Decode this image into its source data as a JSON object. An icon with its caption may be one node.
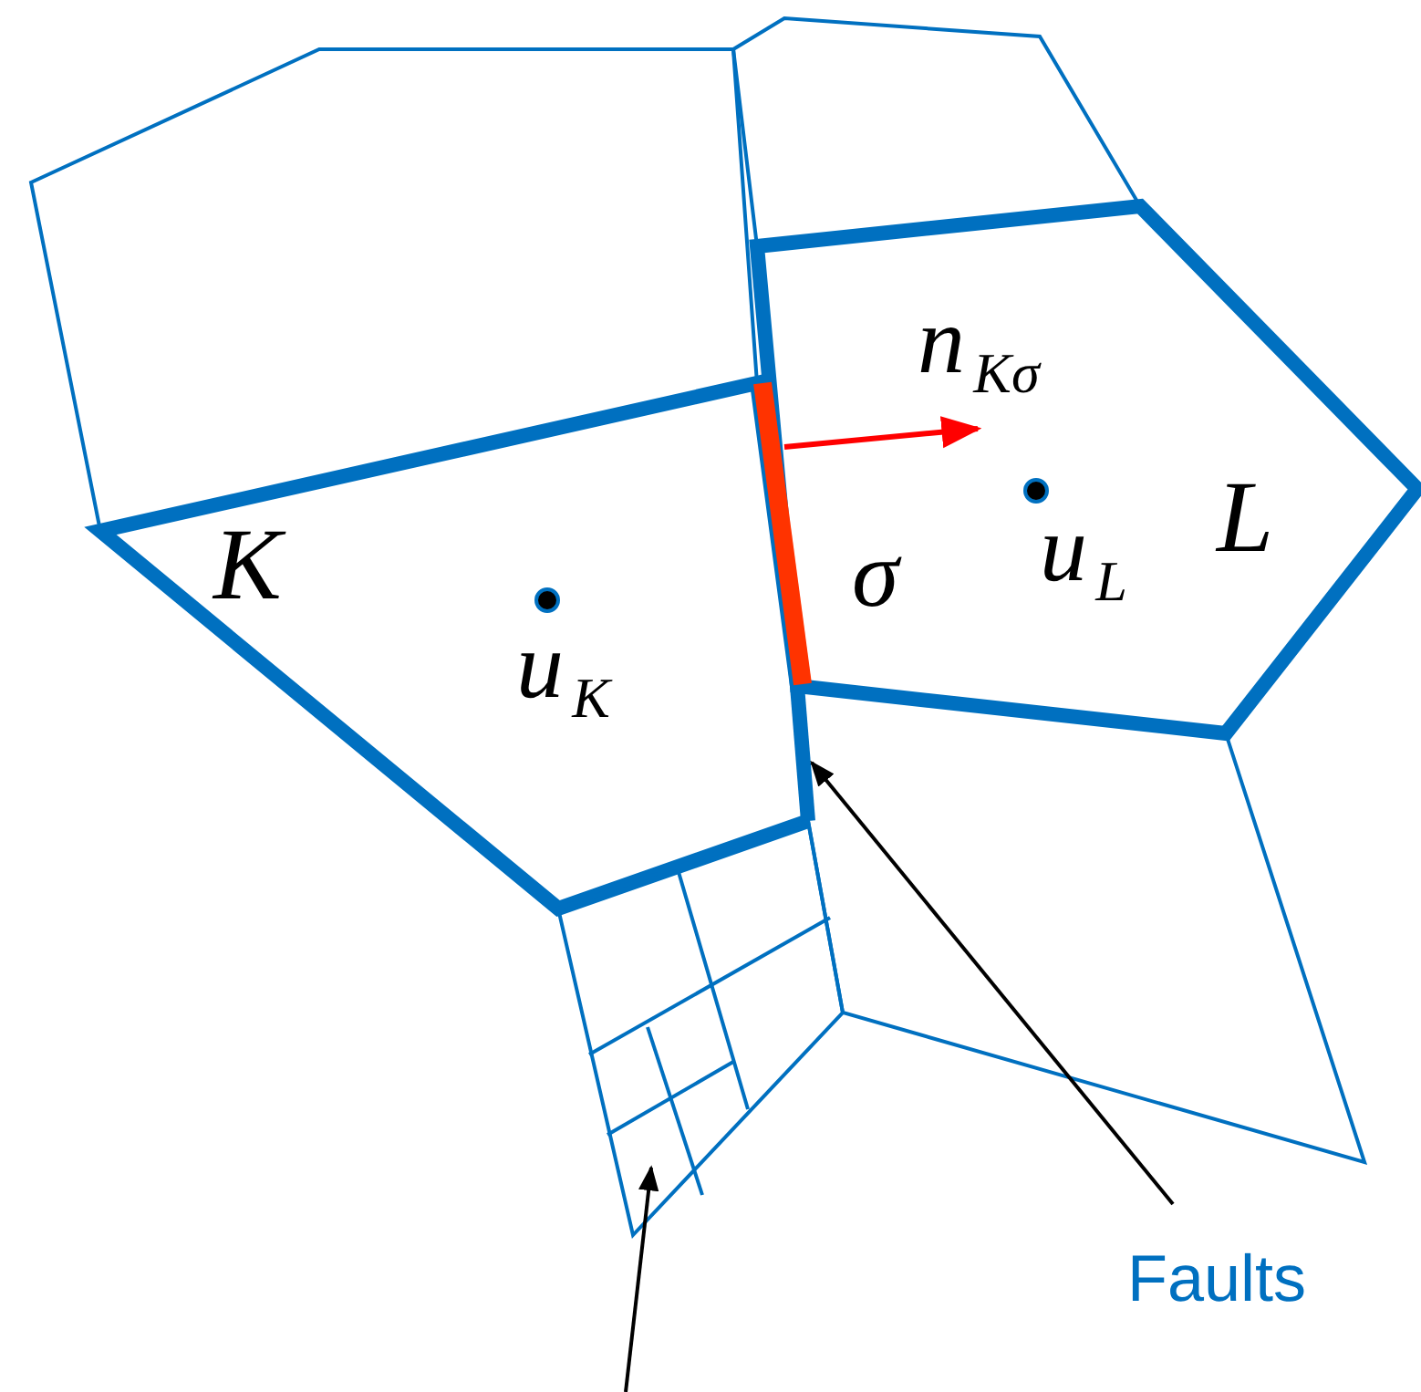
{
  "diagram": {
    "nodes": [
      {
        "text": [
          "Faults"
        ]
      },
      {
        "text": [],
        "shape": "bar"
      },
      {
        "text": [],
        "shape": "box"
      }
    ],
    "edges": [
      {
        "from": 0,
        "to": 1,
        "arrow": "to"
      },
      {
        "from": null,
        "to": 2,
        "arrow": "to"
      }
    ],
    "labels": [
      "n$_{Kσ}$",
      "K",
      "σ",
      "u$_{L}$",
      "L",
      "u$_{K}$"
    ]
  }
}
